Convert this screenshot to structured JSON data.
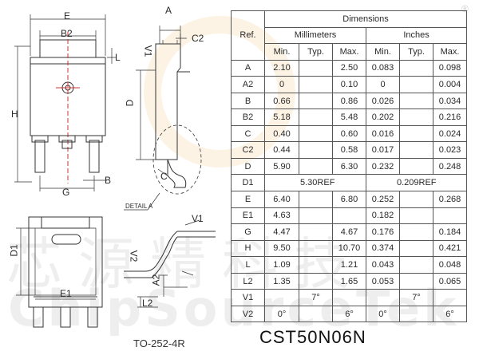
{
  "drawing": {
    "labels": {
      "E": "E",
      "B2": "B2",
      "A": "A",
      "C2": "C2",
      "V1": "V1",
      "L": "L",
      "H": "H",
      "D": "D",
      "C": "C",
      "G": "G",
      "B": "B",
      "detail": "DETAIL A",
      "D1": "D1",
      "E1": "E1",
      "V1b": "V1",
      "V2": "V2",
      "A2": "A2",
      "L2": "L2"
    },
    "package_name": "TO-252-4R"
  },
  "part_number": "CST50N06N",
  "watermark": {
    "cn": "芯源精科技",
    "en": "ChipSourceTek",
    "copyright": "®"
  },
  "table": {
    "header": {
      "ref": "Ref.",
      "dimensions": "Dimensions",
      "millimeters": "Millimeters",
      "inches": "Inches",
      "min": "Min.",
      "typ": "Typ.",
      "max": "Max."
    },
    "rows": [
      {
        "ref": "A",
        "mm_min": "2.10",
        "mm_typ": "",
        "mm_max": "2.50",
        "in_min": "0.083",
        "in_typ": "",
        "in_max": "0.098"
      },
      {
        "ref": "A2",
        "mm_min": "0",
        "mm_typ": "",
        "mm_max": "0.10",
        "in_min": "0",
        "in_typ": "",
        "in_max": "0.004"
      },
      {
        "ref": "B",
        "mm_min": "0.66",
        "mm_typ": "",
        "mm_max": "0.86",
        "in_min": "0.026",
        "in_typ": "",
        "in_max": "0.034"
      },
      {
        "ref": "B2",
        "mm_min": "5.18",
        "mm_typ": "",
        "mm_max": "5.48",
        "in_min": "0.202",
        "in_typ": "",
        "in_max": "0.216"
      },
      {
        "ref": "C",
        "mm_min": "0.40",
        "mm_typ": "",
        "mm_max": "0.60",
        "in_min": "0.016",
        "in_typ": "",
        "in_max": "0.024"
      },
      {
        "ref": "C2",
        "mm_min": "0.44",
        "mm_typ": "",
        "mm_max": "0.58",
        "in_min": "0.017",
        "in_typ": "",
        "in_max": "0.023"
      },
      {
        "ref": "D",
        "mm_min": "5.90",
        "mm_typ": "",
        "mm_max": "6.30",
        "in_min": "0.232",
        "in_typ": "",
        "in_max": "0.248"
      },
      {
        "ref": "D1",
        "mm_ref": "5.30REF",
        "in_ref": "0.209REF"
      },
      {
        "ref": "E",
        "mm_min": "6.40",
        "mm_typ": "",
        "mm_max": "6.80",
        "in_min": "0.252",
        "in_typ": "",
        "in_max": "0.268"
      },
      {
        "ref": "E1",
        "mm_min": "4.63",
        "mm_typ": "",
        "mm_max": "",
        "in_min": "0.182",
        "in_typ": "",
        "in_max": ""
      },
      {
        "ref": "G",
        "mm_min": "4.47",
        "mm_typ": "",
        "mm_max": "4.67",
        "in_min": "0.176",
        "in_typ": "",
        "in_max": "0.184"
      },
      {
        "ref": "H",
        "mm_min": "9.50",
        "mm_typ": "",
        "mm_max": "10.70",
        "in_min": "0.374",
        "in_typ": "",
        "in_max": "0.421"
      },
      {
        "ref": "L",
        "mm_min": "1.09",
        "mm_typ": "",
        "mm_max": "1.21",
        "in_min": "0.043",
        "in_typ": "",
        "in_max": "0.048"
      },
      {
        "ref": "L2",
        "mm_min": "1.35",
        "mm_typ": "",
        "mm_max": "1.65",
        "in_min": "0.053",
        "in_typ": "",
        "in_max": "0.065"
      },
      {
        "ref": "V1",
        "mm_min": "",
        "mm_typ": "7°",
        "mm_max": "",
        "in_min": "",
        "in_typ": "7°",
        "in_max": ""
      },
      {
        "ref": "V2",
        "mm_min": "0°",
        "mm_typ": "",
        "mm_max": "6°",
        "in_min": "0°",
        "in_typ": "",
        "in_max": "6°"
      }
    ]
  }
}
